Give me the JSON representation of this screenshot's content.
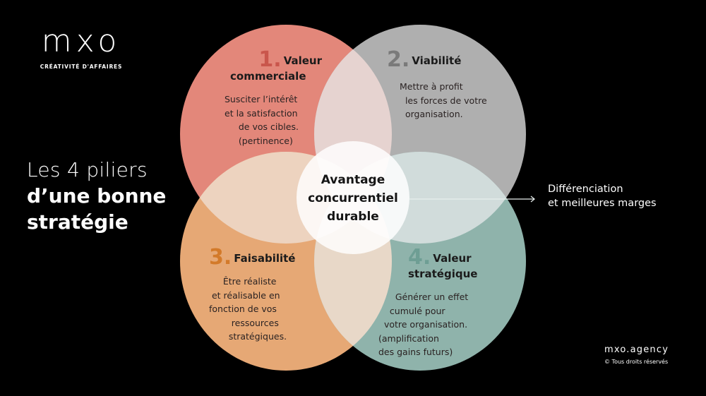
{
  "brand": {
    "logo_text": "mxo",
    "tagline": "CRÉATIVITÉ D'AFFAIRES"
  },
  "title": {
    "line1": "Les 4 piliers",
    "line2": "d’une bonne",
    "line3": "stratégie"
  },
  "pillars": [
    {
      "number": "1.",
      "heading_line1": "Valeur",
      "heading_line2": "commerciale",
      "body": "Susciter l’intérêt\net la satisfaction\n     de vos cibles.\n     (pertinence)",
      "color": "#E3877A",
      "number_color": "#C9564C"
    },
    {
      "number": "2.",
      "heading_line1": "Viabilité",
      "heading_line2": "",
      "body": "Mettre à profit\n  les forces de votre\n  organisation.",
      "color": "#AFAFAF",
      "number_color": "#7A7A7A"
    },
    {
      "number": "3.",
      "heading_line1": "Faisabilité",
      "heading_line2": "",
      "body": "     Être réaliste\n et réalisable en\nfonction de vos\n        ressources\n       stratégiques.",
      "color": "#E6A875",
      "number_color": "#D37A2A"
    },
    {
      "number": "4.",
      "heading_line1": "Valeur",
      "heading_line2": "stratégique",
      "body": "      Générer un effet\n    cumulé pour\n  votre organisation.\n(amplification\ndes gains futurs)",
      "color": "#8FB3AB",
      "number_color": "#6E9E94"
    }
  ],
  "center": {
    "line1": "Avantage",
    "line2": "concurrentiel",
    "line3": "durable"
  },
  "outcome": {
    "line1": "Différenciation",
    "line2": "et meilleures marges"
  },
  "footer": {
    "site": "mxo.agency",
    "rights": "© Tous droits réservés"
  }
}
